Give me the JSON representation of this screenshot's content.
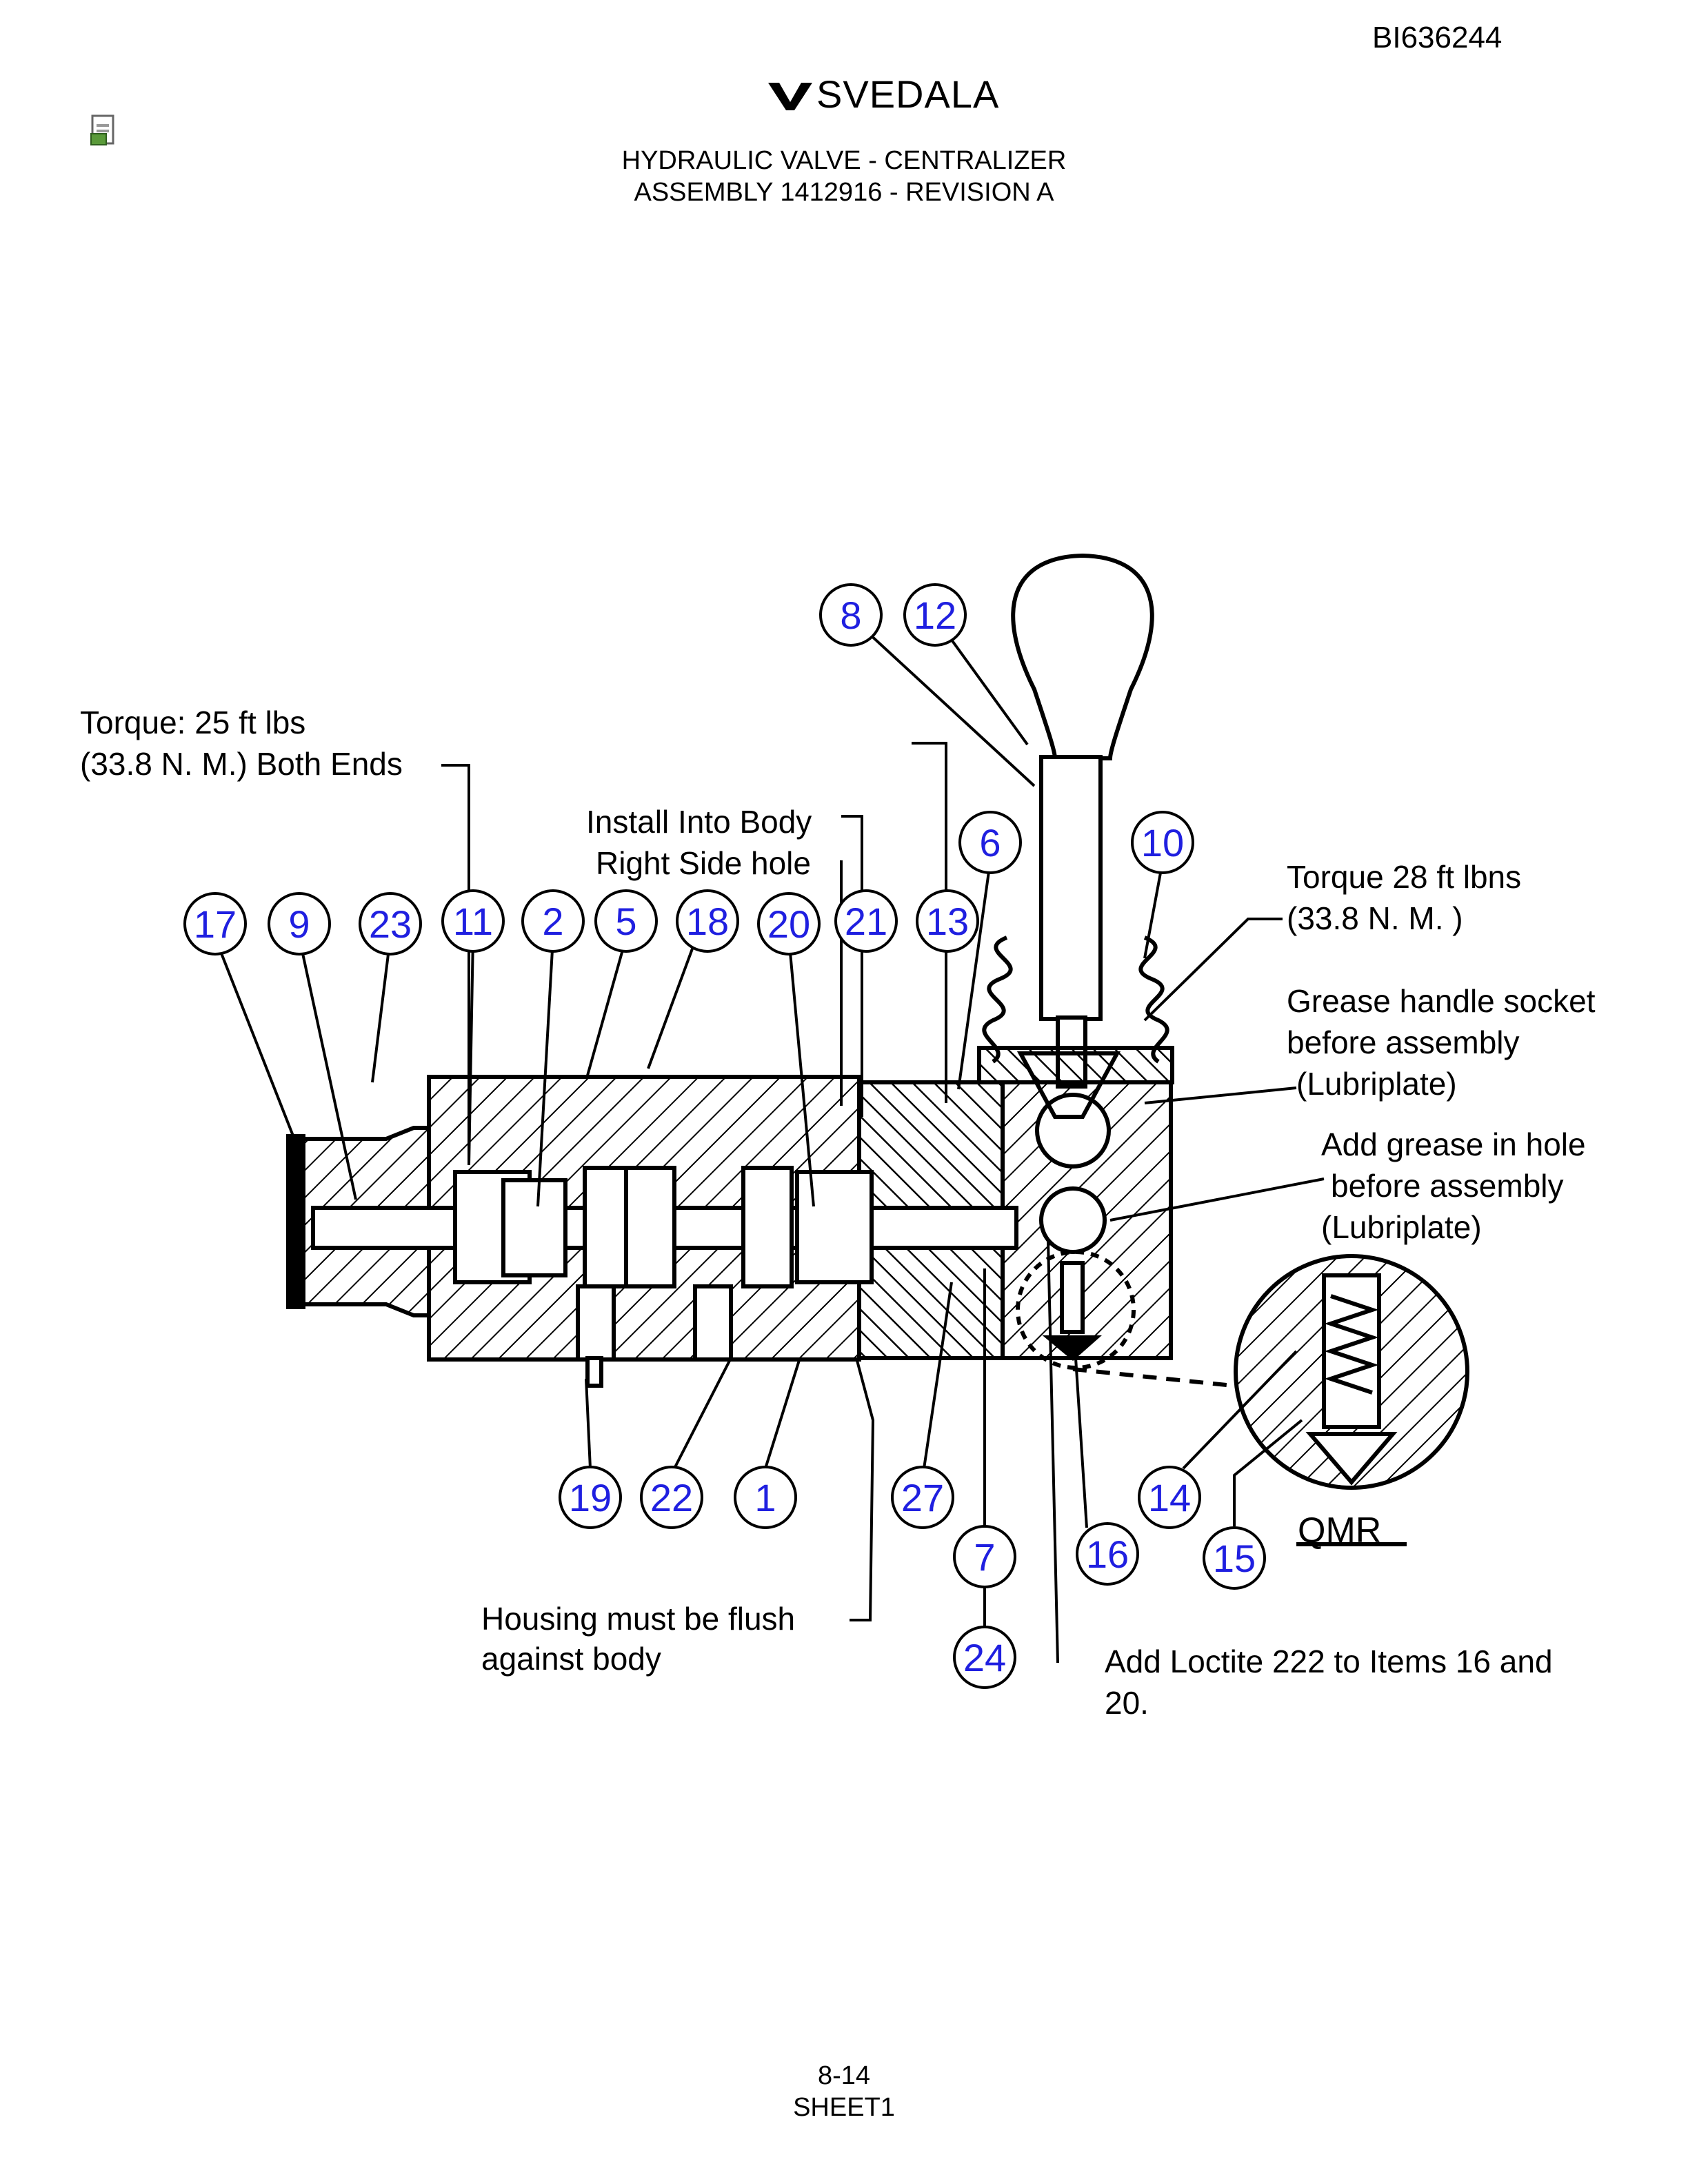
{
  "doc_id": "BI636244",
  "brand": "SVEDALA",
  "title_line1": "HYDRAULIC VALVE - CENTRALIZER",
  "title_line2": "ASSEMBLY 1412916 - REVISION A",
  "notes": {
    "torque_left_1": "Torque: 25 ft lbs",
    "torque_left_2": "(33.8 N. M.) Both Ends",
    "install_1": "Install Into Body",
    "install_2": "Right Side hole",
    "torque_right_1": "Torque 28 ft lbns",
    "torque_right_2": "(33.8 N. M. )",
    "grease_socket_1": "Grease handle socket",
    "grease_socket_2": "before assembly",
    "grease_socket_3": "(Lubriplate)",
    "grease_hole_1": "Add grease in hole",
    "grease_hole_2": "before assembly",
    "grease_hole_3": "(Lubriplate)",
    "housing_1": "Housing  must be flush",
    "housing_2": "against body",
    "loctite_1": "Add Loctite 222 to Items 16 and",
    "loctite_2": "20.",
    "qmr": "QMR"
  },
  "callouts": [
    "8",
    "12",
    "6",
    "10",
    "17",
    "9",
    "23",
    "11",
    "2",
    "5",
    "18",
    "20",
    "21",
    "13",
    "19",
    "22",
    "1",
    "27",
    "14",
    "7",
    "16",
    "15",
    "24"
  ],
  "footer_page": "8-14",
  "footer_sheet": "SHEET1",
  "colors": {
    "callout_text": "#1f1fe0",
    "line": "#000000"
  }
}
